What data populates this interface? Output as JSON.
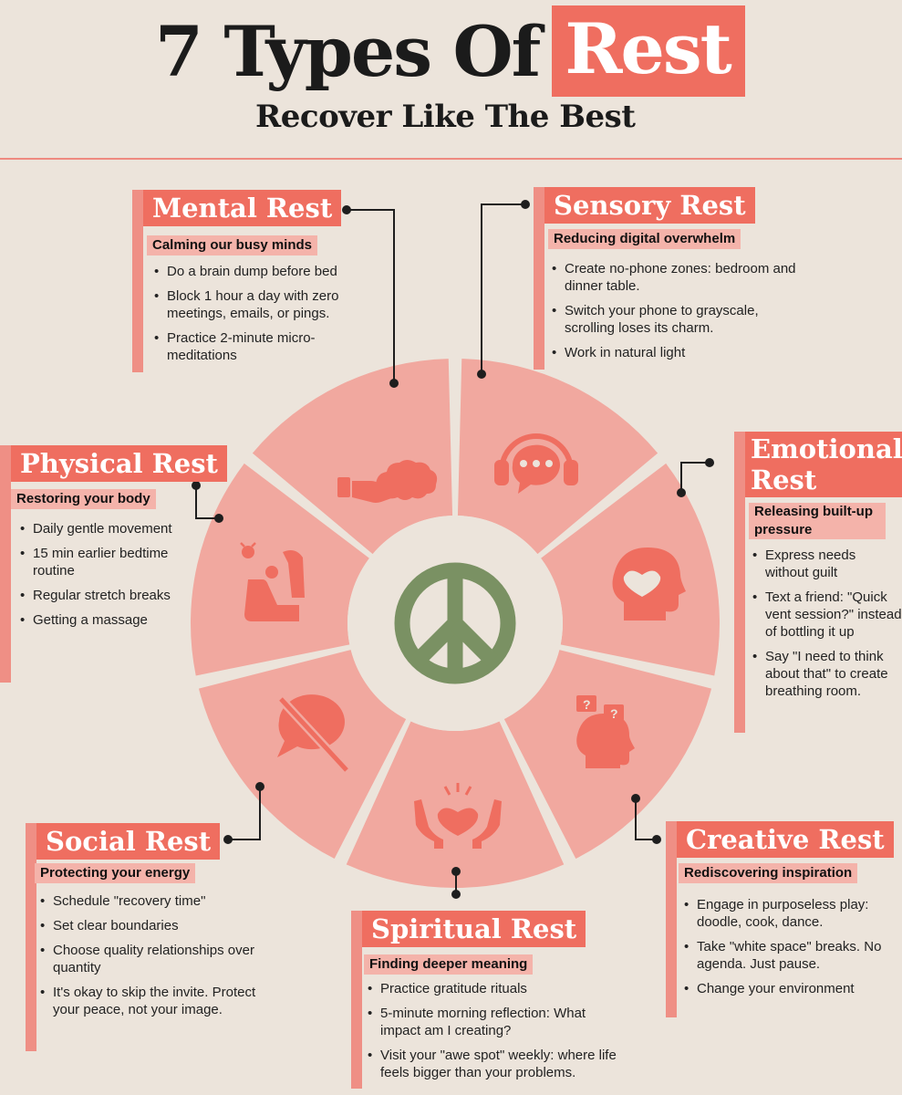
{
  "header": {
    "title_main": "7 Types Of",
    "title_highlight": "Rest",
    "subtitle": "Recover Like The Best"
  },
  "colors": {
    "background": "#ece4db",
    "accent": "#ef6e60",
    "wheel_fill": "#f1a89f",
    "wheel_icon": "#ef6e60",
    "peace_symbol": "#7a9163",
    "text": "#1e1e1e"
  },
  "center_icon": "peace-symbol-icon",
  "cards": {
    "mental": {
      "title": "Mental Rest",
      "tagline": "Calming our busy minds",
      "icon": "brain-hand-icon",
      "bullets": [
        "Do a brain dump before bed",
        "Block 1 hour a day with zero meetings, emails, or pings.",
        "Practice 2-minute micro-meditations"
      ]
    },
    "sensory": {
      "title": "Sensory Rest",
      "tagline": "Reducing digital overwhelm",
      "icon": "headset-chat-icon",
      "bullets": [
        "Create no-phone zones: bedroom and dinner table.",
        "Switch your phone to grayscale, scrolling loses its charm.",
        "Work in natural light"
      ]
    },
    "emotional": {
      "title": "Emotional Rest",
      "tagline": "Releasing built-up pressure",
      "icon": "head-heart-icon",
      "bullets": [
        "Express needs without guilt",
        "Text a friend: \"Quick vent session?\" instead of bottling it up",
        "Say \"I need to think about that\" to create breathing room."
      ]
    },
    "creative": {
      "title": "Creative Rest",
      "tagline": "Rediscovering inspiration",
      "icon": "head-question-icon",
      "bullets": [
        "Engage in purposeless play: doodle, cook, dance.",
        "Take \"white space\" breaks. No agenda. Just pause.",
        "Change your environment"
      ]
    },
    "spiritual": {
      "title": "Spiritual Rest",
      "tagline": "Finding deeper meaning",
      "icon": "hands-heart-icon",
      "bullets": [
        "Practice gratitude rituals",
        "5-minute morning reflection: What impact am I creating?",
        "Visit your \"awe spot\" weekly: where life feels bigger than your problems."
      ]
    },
    "social": {
      "title": "Social Rest",
      "tagline": "Protecting your energy",
      "icon": "no-chat-icon",
      "bullets": [
        "Schedule \"recovery time\"",
        "Set clear boundaries",
        "Choose quality relationships over quantity",
        "It's okay to skip the invite. Protect your peace, not your image."
      ]
    },
    "physical": {
      "title": "Physical Rest",
      "tagline": "Restoring your body",
      "icon": "recliner-alarm-icon",
      "bullets": [
        "Daily gentle movement",
        "15 min earlier bedtime routine",
        "Regular stretch breaks",
        "Getting a massage"
      ]
    }
  }
}
